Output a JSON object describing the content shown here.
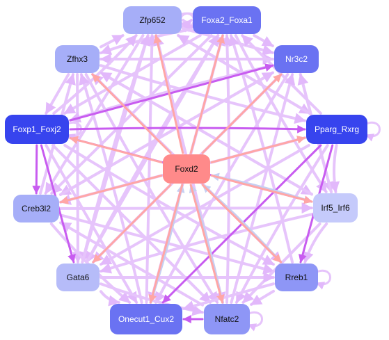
{
  "diagram": {
    "center": "Foxd2",
    "nodes": [
      {
        "id": "Foxd2",
        "label": "Foxd2",
        "fill": "#ff8a8a",
        "text_color": "#111111"
      },
      {
        "id": "Zfp652",
        "label": "Zfp652",
        "fill": "#a6aef8",
        "text_color": "#111111"
      },
      {
        "id": "Foxa2_Foxa1",
        "label": "Foxa2_Foxa1",
        "fill": "#6a72f2",
        "text_color": "#ffffff"
      },
      {
        "id": "Zfhx3",
        "label": "Zfhx3",
        "fill": "#a6aef8",
        "text_color": "#111111"
      },
      {
        "id": "Nr3c2",
        "label": "Nr3c2",
        "fill": "#6a72f2",
        "text_color": "#ffffff"
      },
      {
        "id": "Foxp1_Foxj2",
        "label": "Foxp1_Foxj2",
        "fill": "#3744ee",
        "text_color": "#ffffff"
      },
      {
        "id": "Pparg_Rxrg",
        "label": "Pparg_Rxrg",
        "fill": "#3744ee",
        "text_color": "#ffffff"
      },
      {
        "id": "Creb3l2",
        "label": "Creb3l2",
        "fill": "#a6aef8",
        "text_color": "#111111"
      },
      {
        "id": "Irf5_Irf6",
        "label": "Irf5_Irf6",
        "fill": "#c5cafb",
        "text_color": "#111111"
      },
      {
        "id": "Gata6",
        "label": "Gata6",
        "fill": "#b6bcf9",
        "text_color": "#111111"
      },
      {
        "id": "Rreb1",
        "label": "Rreb1",
        "fill": "#8e96f6",
        "text_color": "#111111"
      },
      {
        "id": "Onecut1_Cux2",
        "label": "Onecut1_Cux2",
        "fill": "#6a72f2",
        "text_color": "#ffffff"
      },
      {
        "id": "Nfatc2",
        "label": "Nfatc2",
        "fill": "#8e96f6",
        "text_color": "#111111"
      }
    ],
    "edge_colors": {
      "from_center": "#ffa6a6",
      "to_center": "#c6cff2",
      "strong": "#c85cf0",
      "regular": "#e6c4fb"
    },
    "edges_from_center": [
      "Zfp652",
      "Foxa2_Foxa1",
      "Zfhx3",
      "Nr3c2",
      "Foxp1_Foxj2",
      "Pparg_Rxrg",
      "Creb3l2",
      "Irf5_Irf6",
      "Gata6",
      "Rreb1",
      "Onecut1_Cux2",
      "Nfatc2"
    ],
    "edges_to_center": [
      "Irf5_Irf6",
      "Rreb1",
      "Nfatc2",
      "Onecut1_Cux2"
    ],
    "strong_edges": [
      [
        "Foxp1_Foxj2",
        "Pparg_Rxrg"
      ],
      [
        "Foxp1_Foxj2",
        "Irf5_Irf6"
      ],
      [
        "Foxp1_Foxj2",
        "Nr3c2"
      ],
      [
        "Foxp1_Foxj2",
        "Gata6"
      ],
      [
        "Pparg_Rxrg",
        "Rreb1"
      ],
      [
        "Pparg_Rxrg",
        "Onecut1_Cux2"
      ],
      [
        "Nfatc2",
        "Onecut1_Cux2"
      ],
      [
        "Foxp1_Foxj2",
        "Creb3l2"
      ]
    ],
    "regular_edges": [
      [
        "Zfp652",
        "Foxa2_Foxa1"
      ],
      [
        "Zfp652",
        "Nr3c2"
      ],
      [
        "Zfp652",
        "Creb3l2"
      ],
      [
        "Zfp652",
        "Gata6"
      ],
      [
        "Zfp652",
        "Nfatc2"
      ],
      [
        "Zfp652",
        "Pparg_Rxrg"
      ],
      [
        "Foxa2_Foxa1",
        "Zfhx3"
      ],
      [
        "Foxa2_Foxa1",
        "Foxp1_Foxj2"
      ],
      [
        "Foxa2_Foxa1",
        "Creb3l2"
      ],
      [
        "Foxa2_Foxa1",
        "Gata6"
      ],
      [
        "Foxa2_Foxa1",
        "Onecut1_Cux2"
      ],
      [
        "Foxa2_Foxa1",
        "Nr3c2"
      ],
      [
        "Foxa2_Foxa1",
        "Irf5_Irf6"
      ],
      [
        "Zfhx3",
        "Zfp652"
      ],
      [
        "Zfhx3",
        "Nr3c2"
      ],
      [
        "Zfhx3",
        "Pparg_Rxrg"
      ],
      [
        "Zfhx3",
        "Irf5_Irf6"
      ],
      [
        "Zfhx3",
        "Rreb1"
      ],
      [
        "Zfhx3",
        "Nfatc2"
      ],
      [
        "Zfhx3",
        "Foxp1_Foxj2"
      ],
      [
        "Zfhx3",
        "Gata6"
      ],
      [
        "Nr3c2",
        "Foxp1_Foxj2"
      ],
      [
        "Nr3c2",
        "Creb3l2"
      ],
      [
        "Nr3c2",
        "Gata6"
      ],
      [
        "Nr3c2",
        "Onecut1_Cux2"
      ],
      [
        "Nr3c2",
        "Irf5_Irf6"
      ],
      [
        "Nr3c2",
        "Zfhx3"
      ],
      [
        "Foxp1_Foxj2",
        "Rreb1"
      ],
      [
        "Foxp1_Foxj2",
        "Nfatc2"
      ],
      [
        "Foxp1_Foxj2",
        "Onecut1_Cux2"
      ],
      [
        "Foxp1_Foxj2",
        "Zfp652"
      ],
      [
        "Pparg_Rxrg",
        "Creb3l2"
      ],
      [
        "Pparg_Rxrg",
        "Gata6"
      ],
      [
        "Pparg_Rxrg",
        "Nfatc2"
      ],
      [
        "Pparg_Rxrg",
        "Zfp652"
      ],
      [
        "Pparg_Rxrg",
        "Foxa2_Foxa1"
      ],
      [
        "Pparg_Rxrg",
        "Irf5_Irf6"
      ],
      [
        "Creb3l2",
        "Irf5_Irf6"
      ],
      [
        "Creb3l2",
        "Rreb1"
      ],
      [
        "Creb3l2",
        "Onecut1_Cux2"
      ],
      [
        "Creb3l2",
        "Nr3c2"
      ],
      [
        "Creb3l2",
        "Zfhx3"
      ],
      [
        "Irf5_Irf6",
        "Gata6"
      ],
      [
        "Irf5_Irf6",
        "Nfatc2"
      ],
      [
        "Irf5_Irf6",
        "Zfhx3"
      ],
      [
        "Irf5_Irf6",
        "Rreb1"
      ],
      [
        "Irf5_Irf6",
        "Nr3c2"
      ],
      [
        "Gata6",
        "Rreb1"
      ],
      [
        "Gata6",
        "Nfatc2"
      ],
      [
        "Gata6",
        "Zfp652"
      ],
      [
        "Gata6",
        "Foxa2_Foxa1"
      ],
      [
        "Gata6",
        "Onecut1_Cux2"
      ],
      [
        "Rreb1",
        "Onecut1_Cux2"
      ],
      [
        "Rreb1",
        "Zfhx3"
      ],
      [
        "Rreb1",
        "Foxa2_Foxa1"
      ],
      [
        "Rreb1",
        "Nfatc2"
      ],
      [
        "Onecut1_Cux2",
        "Zfp652"
      ],
      [
        "Onecut1_Cux2",
        "Zfhx3"
      ],
      [
        "Onecut1_Cux2",
        "Foxa2_Foxa1"
      ],
      [
        "Nfatc2",
        "Zfp652"
      ],
      [
        "Nfatc2",
        "Foxa2_Foxa1"
      ],
      [
        "Nfatc2",
        "Creb3l2"
      ],
      [
        "Nfatc2",
        "Nr3c2"
      ]
    ],
    "self_loops": [
      "Zfp652",
      "Foxa2_Foxa1",
      "Pparg_Rxrg",
      "Foxp1_Foxj2",
      "Rreb1",
      "Nfatc2"
    ]
  }
}
